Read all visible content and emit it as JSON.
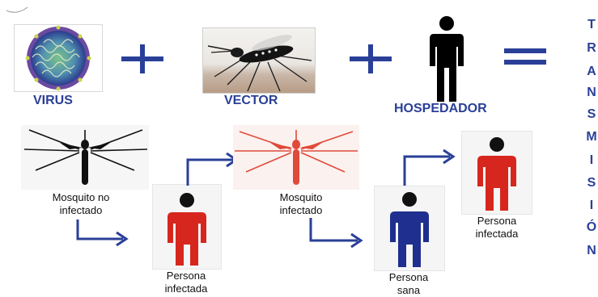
{
  "equation": {
    "virus_label": "VIRUS",
    "vector_label": "VECTOR",
    "host_label": "HOSPEDADOR",
    "plus1": "+",
    "plus2": "+",
    "equals": "="
  },
  "result_letters": [
    "T",
    "R",
    "A",
    "N",
    "S",
    "M",
    "I",
    "S",
    "I",
    "Ó",
    "N"
  ],
  "cycle": {
    "mosquito_uninfected": [
      "Mosquito no",
      "infectado"
    ],
    "person_infected_1": [
      "Persona",
      "infectada"
    ],
    "mosquito_infected": [
      "Mosquito",
      "infectado"
    ],
    "person_healthy": [
      "Persona",
      "sana"
    ],
    "person_infected_2": [
      "Persona",
      "infectada"
    ]
  },
  "colors": {
    "accent_blue": "#2a3f97",
    "infected_red": "#d7261e",
    "healthy_blue": "#1f2f8f",
    "host_black": "#000000"
  },
  "icons": [
    "virus-icon",
    "mosquito-photo",
    "human-silhouette",
    "arrow-icon"
  ]
}
